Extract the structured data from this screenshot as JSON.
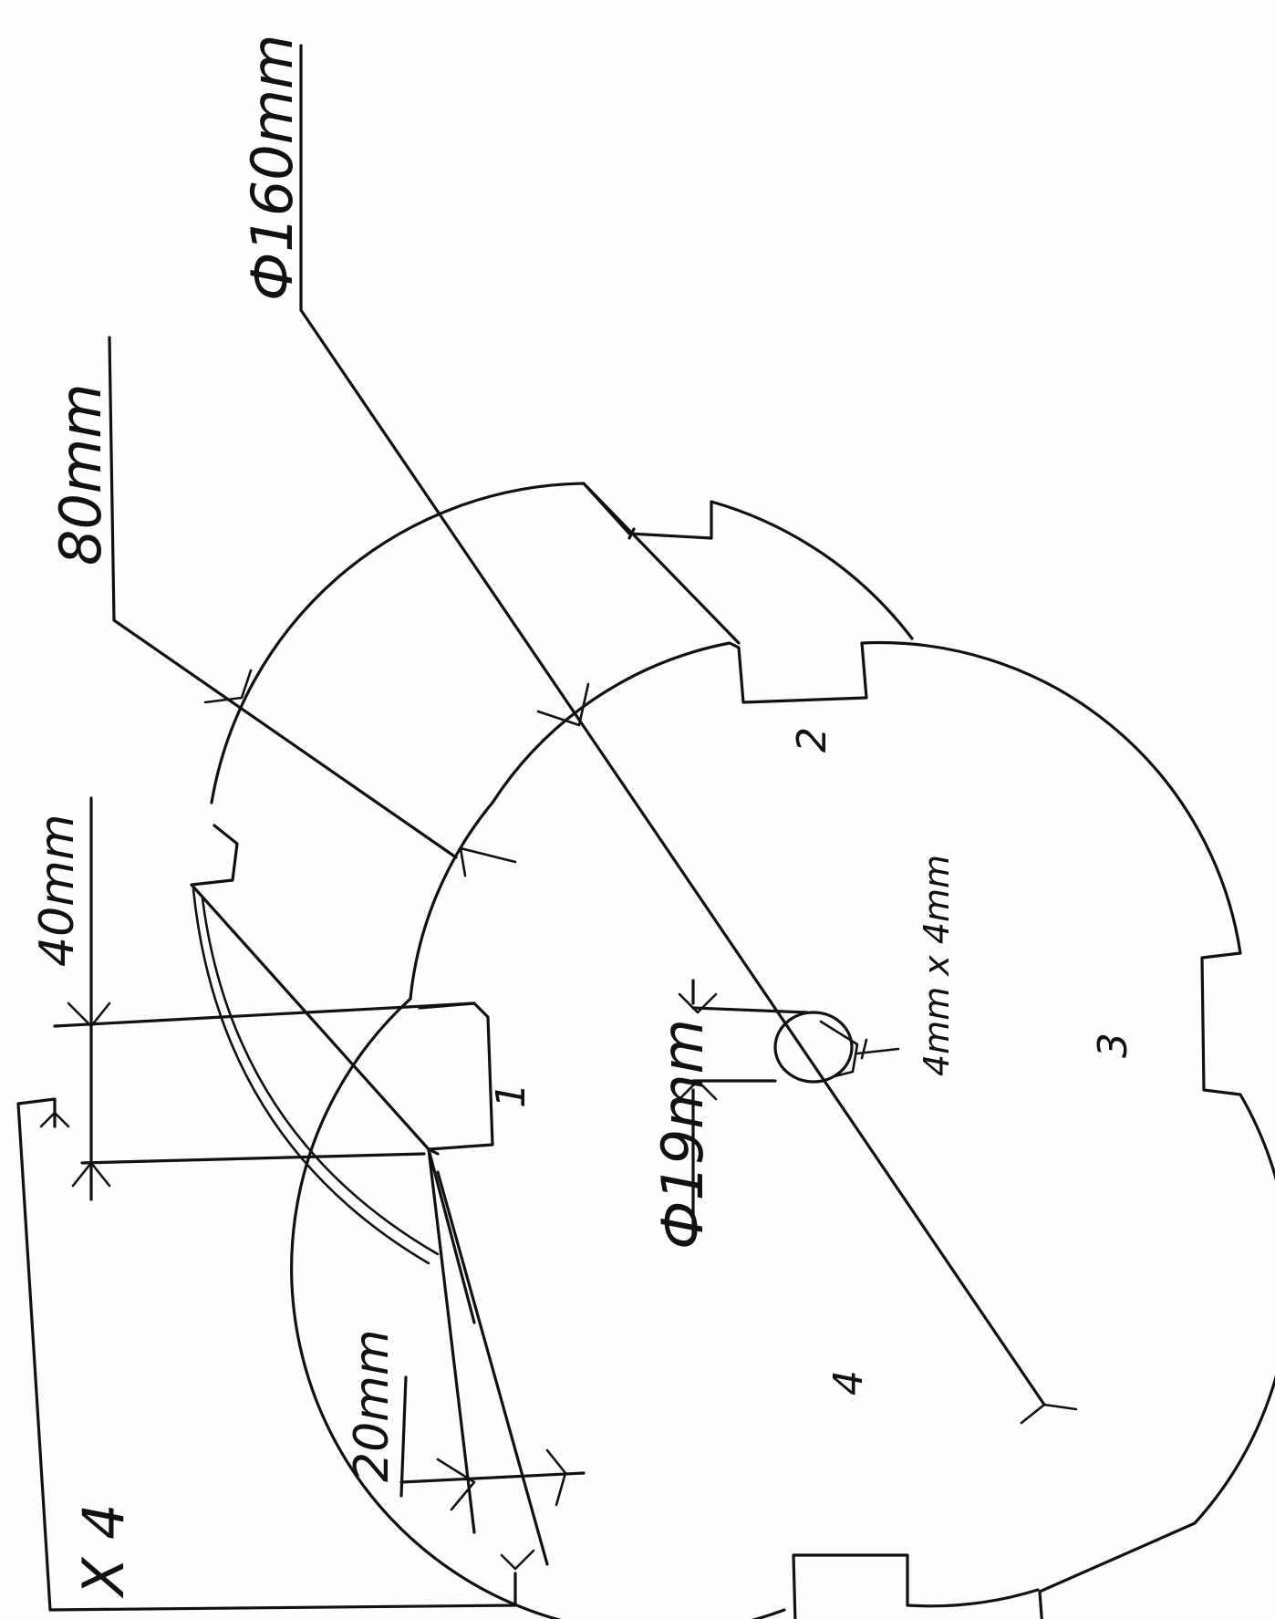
{
  "labels": {
    "outer_diameter": "Ф160mm",
    "radius": "80mm",
    "width_40": "40mm",
    "multiplier": "X 4",
    "width_20": "20mm",
    "hole_diameter": "Ф19mm",
    "keyway": "4mm x 4mm",
    "blade_1": "1",
    "blade_2": "2",
    "blade_3": "3",
    "blade_4": "4"
  },
  "colors": {
    "ink": "#111111",
    "paper": "#fdfdfd"
  }
}
